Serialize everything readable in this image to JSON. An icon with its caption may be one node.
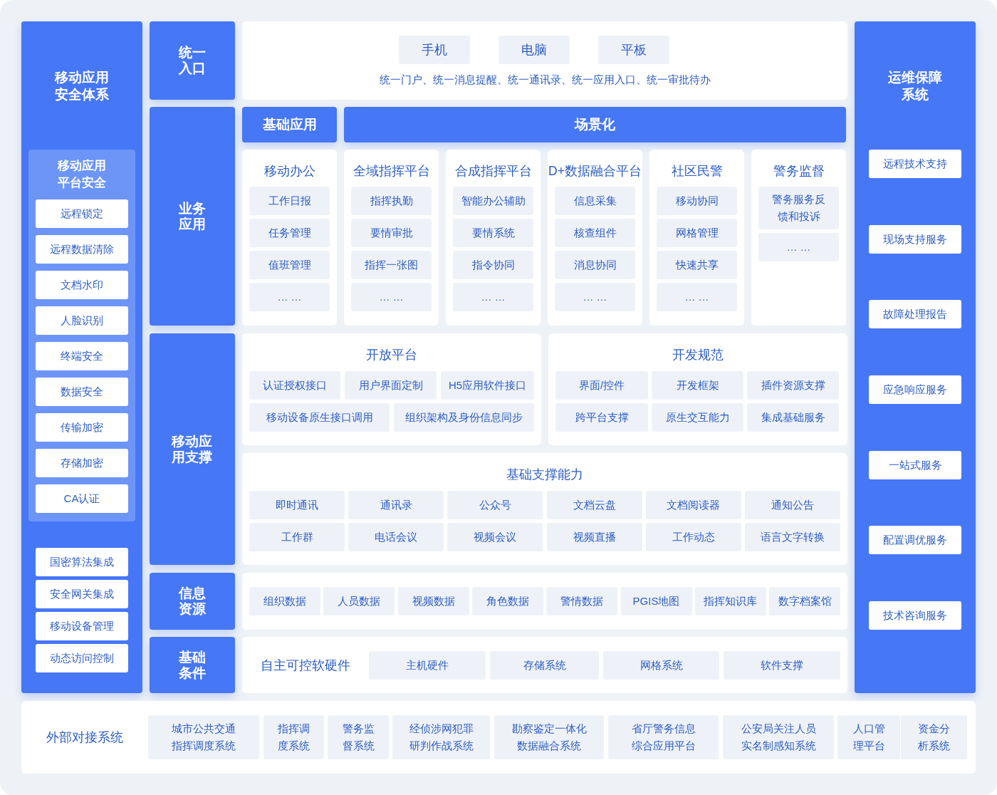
{
  "diagram": {
    "nodes": [
      {
        "text": [
          "移动应用安全体系"
        ]
      },
      {
        "text": [
          "移动应用平台安全"
        ],
        "in": 0
      },
      {
        "text": [
          "远程锁定"
        ],
        "in": 1
      },
      {
        "text": [
          "远程数据清除"
        ],
        "in": 1
      },
      {
        "text": [
          "文档水印"
        ],
        "in": 1
      },
      {
        "text": [
          "人脸识别"
        ],
        "in": 1
      },
      {
        "text": [
          "终端安全"
        ],
        "in": 1
      },
      {
        "text": [
          "数据安全"
        ],
        "in": 1
      },
      {
        "text": [
          "传输加密"
        ],
        "in": 1
      },
      {
        "text": [
          "存储加密"
        ],
        "in": 1
      },
      {
        "text": [
          "CA认证"
        ],
        "in": 1
      },
      {
        "text": [
          "国密算法集成"
        ],
        "in": 0
      },
      {
        "text": [
          "安全网关集成"
        ],
        "in": 0
      },
      {
        "text": [
          "移动设备管理"
        ],
        "in": 0
      },
      {
        "text": [
          "动态访问控制"
        ],
        "in": 0
      },
      {
        "text": [
          "统一入口"
        ]
      },
      {
        "text": [
          "统一门户、统一消息提醒、统一通讯录、统一应用入口、统一审批待办"
        ]
      },
      {
        "text": [
          "手机"
        ],
        "in": 16
      },
      {
        "text": [
          "电脑"
        ],
        "in": 16
      },
      {
        "text": [
          "平板"
        ],
        "in": 16
      },
      {
        "text": [
          "业务应用"
        ]
      },
      {
        "text": [
          "基础应用"
        ]
      },
      {
        "text": [
          "场景化"
        ]
      },
      {
        "text": [
          "移动办公"
        ]
      },
      {
        "text": [
          "工作日报"
        ],
        "in": 23
      },
      {
        "text": [
          "任务管理"
        ],
        "in": 23
      },
      {
        "text": [
          "值班管理"
        ],
        "in": 23
      },
      {
        "text": [
          "… …"
        ],
        "in": 23
      },
      {
        "text": [
          "全域指挥平台"
        ]
      },
      {
        "text": [
          "指挥执勤"
        ],
        "in": 28
      },
      {
        "text": [
          "要情审批"
        ],
        "in": 28
      },
      {
        "text": [
          "指挥一张图"
        ],
        "in": 28
      },
      {
        "text": [
          "… …"
        ],
        "in": 28
      },
      {
        "text": [
          "合成指挥平台"
        ]
      },
      {
        "text": [
          "智能办公辅助"
        ],
        "in": 33
      },
      {
        "text": [
          "要情系统"
        ],
        "in": 33
      },
      {
        "text": [
          "指令协同"
        ],
        "in": 33
      },
      {
        "text": [
          "… …"
        ],
        "in": 33
      },
      {
        "text": [
          "D+数据融合平台"
        ]
      },
      {
        "text": [
          "信息采集"
        ],
        "in": 38
      },
      {
        "text": [
          "核查组件"
        ],
        "in": 38
      },
      {
        "text": [
          "消息协同"
        ],
        "in": 38
      },
      {
        "text": [
          "… …"
        ],
        "in": 38
      },
      {
        "text": [
          "社区民警"
        ]
      },
      {
        "text": [
          "移动协同"
        ],
        "in": 43
      },
      {
        "text": [
          "网格管理"
        ],
        "in": 43
      },
      {
        "text": [
          "快速共享"
        ],
        "in": 43
      },
      {
        "text": [
          "… …"
        ],
        "in": 43
      },
      {
        "text": [
          "警务监督"
        ]
      },
      {
        "text": [
          "警务服务反馈和投诉"
        ],
        "in": 48
      },
      {
        "text": [
          "… …"
        ],
        "in": 48
      },
      {
        "text": [
          "移动应用支撑"
        ]
      },
      {
        "text": [
          "开放平台"
        ]
      },
      {
        "text": [
          "认证授权接口"
        ],
        "in": 52
      },
      {
        "text": [
          "用户界面定制"
        ],
        "in": 52
      },
      {
        "text": [
          "H5应用软件接口"
        ],
        "in": 52
      },
      {
        "text": [
          "移动设备原生接口调用"
        ],
        "in": 52
      },
      {
        "text": [
          "组织架构及身份信息同步"
        ],
        "in": 52
      },
      {
        "text": [
          "开发规范"
        ]
      },
      {
        "text": [
          "界面/控件"
        ],
        "in": 58
      },
      {
        "text": [
          "开发框架"
        ],
        "in": 58
      },
      {
        "text": [
          "插件资源支撑"
        ],
        "in": 58
      },
      {
        "text": [
          "跨平台支撑"
        ],
        "in": 58
      },
      {
        "text": [
          "原生交互能力"
        ],
        "in": 58
      },
      {
        "text": [
          "集成基础服务"
        ],
        "in": 58
      },
      {
        "text": [
          "基础支撑能力"
        ]
      },
      {
        "text": [
          "即时通讯"
        ],
        "in": 65
      },
      {
        "text": [
          "通讯录"
        ],
        "in": 65
      },
      {
        "text": [
          "公众号"
        ],
        "in": 65
      },
      {
        "text": [
          "文档云盘"
        ],
        "in": 65
      },
      {
        "text": [
          "文档阅读器"
        ],
        "in": 65
      },
      {
        "text": [
          "通知公告"
        ],
        "in": 65
      },
      {
        "text": [
          "工作群"
        ],
        "in": 65
      },
      {
        "text": [
          "电话会议"
        ],
        "in": 65
      },
      {
        "text": [
          "视频会议"
        ],
        "in": 65
      },
      {
        "text": [
          "视频直播"
        ],
        "in": 65
      },
      {
        "text": [
          "工作动态"
        ],
        "in": 65
      },
      {
        "text": [
          "语言文字转换"
        ],
        "in": 65
      },
      {
        "text": [
          "信息资源"
        ]
      },
      {
        "text": [],
        "shape": "box"
      },
      {
        "text": [
          "组织数据"
        ],
        "in": 79
      },
      {
        "text": [
          "人员数据"
        ],
        "in": 79
      },
      {
        "text": [
          "视频数据"
        ],
        "in": 79
      },
      {
        "text": [
          "角色数据"
        ],
        "in": 79
      },
      {
        "text": [
          "警情数据"
        ],
        "in": 79
      },
      {
        "text": [
          "PGIS地图"
        ],
        "in": 79
      },
      {
        "text": [
          "指挥知识库"
        ],
        "in": 79
      },
      {
        "text": [
          "数字档案馆"
        ],
        "in": 79
      },
      {
        "text": [
          "基础条件"
        ]
      },
      {
        "text": [
          "自主可控软硬件"
        ]
      },
      {
        "text": [
          "主机硬件"
        ],
        "in": 89
      },
      {
        "text": [
          "存储系统"
        ],
        "in": 89
      },
      {
        "text": [
          "网格系统"
        ],
        "in": 89
      },
      {
        "text": [
          "软件支撑"
        ],
        "in": 89
      },
      {
        "text": [
          "运维保障系统"
        ]
      },
      {
        "text": [
          "远程技术支持"
        ],
        "in": 94
      },
      {
        "text": [
          "现场支持服务"
        ],
        "in": 94
      },
      {
        "text": [
          "故障处理报告"
        ],
        "in": 94
      },
      {
        "text": [
          "应急响应服务"
        ],
        "in": 94
      },
      {
        "text": [
          "一站式服务"
        ],
        "in": 94
      },
      {
        "text": [
          "配置调优服务"
        ],
        "in": 94
      },
      {
        "text": [
          "技术咨询服务"
        ],
        "in": 94
      },
      {
        "text": [
          "外部对接系统"
        ]
      },
      {
        "text": [
          "城市公共交通指挥调度系统"
        ],
        "in": 102
      },
      {
        "text": [
          "指挥调度系统"
        ],
        "in": 102
      },
      {
        "text": [
          "警务监督系统"
        ],
        "in": 102
      },
      {
        "text": [
          "经侦涉网犯罪研判作战系统"
        ],
        "in": 102
      },
      {
        "text": [
          "勘察鉴定一体化数据融合系统"
        ],
        "in": 102
      },
      {
        "text": [
          "省厅警务信息综合应用平台"
        ],
        "in": 102
      },
      {
        "text": [
          "公安局关注人员实名制感知系统"
        ],
        "in": 102
      },
      {
        "text": [
          "人口管理平台"
        ],
        "in": 102
      },
      {
        "text": [
          "资金分析系统"
        ],
        "in": 102
      }
    ]
  }
}
